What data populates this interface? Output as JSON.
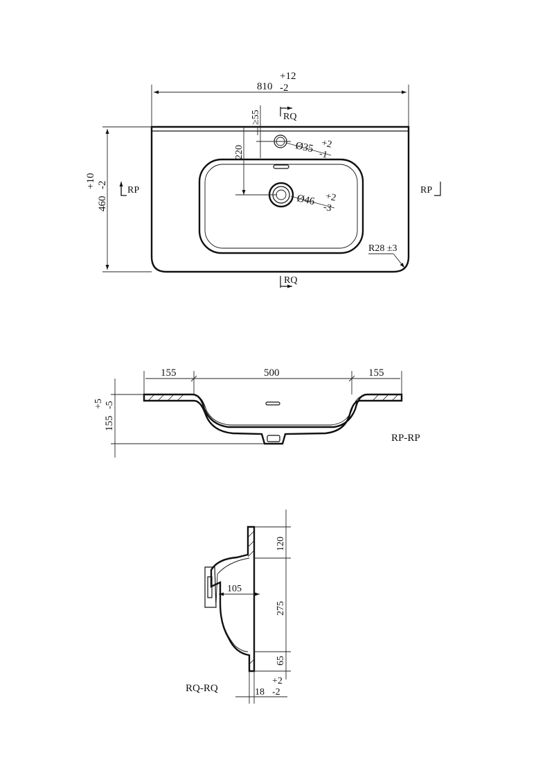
{
  "drawing": {
    "top_view": {
      "width": {
        "value": "810",
        "tol_plus": "+12",
        "tol_minus": "-2"
      },
      "depth": {
        "value": "460",
        "tol_plus": "+10",
        "tol_minus": "-2"
      },
      "edge_min": "≥55",
      "tap_offset": "220",
      "tap_hole": {
        "value": "Ø35",
        "tol_plus": "+2",
        "tol_minus": "-1"
      },
      "drain_hole": {
        "value": "Ø46",
        "tol_plus": "+2",
        "tol_minus": "-3"
      },
      "corner_radius": "R28 ±3",
      "section_rq": "RQ",
      "section_rp": "RP"
    },
    "section_rp": {
      "title": "RP-RP",
      "left_deck": "155",
      "bowl_width": "500",
      "right_deck": "155",
      "height": {
        "value": "155",
        "tol_plus": "+5",
        "tol_minus": "-5"
      }
    },
    "section_rq": {
      "title": "RQ-RQ",
      "top": "120",
      "middle": "275",
      "bottom": "65",
      "bowl_depth": "105",
      "thickness": {
        "value": "18",
        "tol_plus": "+2",
        "tol_minus": "-2"
      }
    }
  }
}
